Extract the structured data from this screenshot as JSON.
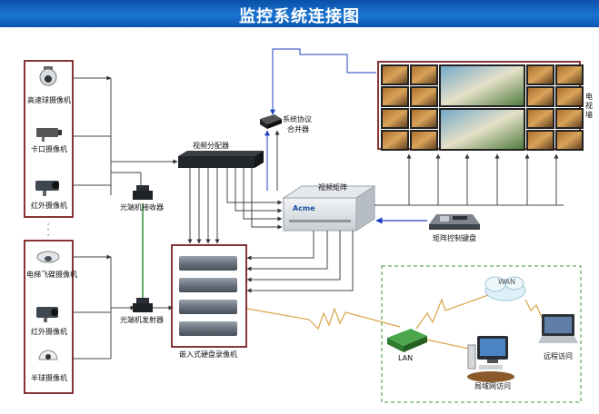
{
  "title": "监控系统连接图",
  "cameras_top": [
    {
      "label": "高速球摄像机",
      "icon": "dome-camera-icon"
    },
    {
      "label": "卡口摄像机",
      "icon": "box-camera-icon"
    },
    {
      "label": "红外摄像机",
      "icon": "ir-camera-icon"
    }
  ],
  "ellipsis": "·\n·\n·",
  "cameras_bottom": [
    {
      "label": "电梯飞碟摄像机",
      "icon": "ufo-camera-icon"
    },
    {
      "label": "红外摄像机",
      "icon": "ir-camera-icon"
    },
    {
      "label": "半球摄像机",
      "icon": "half-dome-camera-icon"
    }
  ],
  "devices": {
    "video_distributor": "视频分配器",
    "fiber_receiver": "光端机接收器",
    "fiber_transmitter": "光端机发射器",
    "protocol_merger_line1": "系统协议",
    "protocol_merger_line2": "合并器",
    "video_matrix": "视频矩阵",
    "matrix_keyboard": "矩阵控制键盘",
    "dvr": "嵌入式硬盘录像机",
    "tv_wall": "电视墙",
    "wan": "WAN",
    "lan": "LAN",
    "lan_access": "局域网访问",
    "remote_access": "远程访问"
  },
  "colors": {
    "banner": "#1b75d1",
    "frame": "#7a1f1f",
    "wire": "#444444",
    "blue_arrow": "#1f3fbf",
    "orange_link": "#d9a54a",
    "network_frame": "#3c9a3c"
  }
}
